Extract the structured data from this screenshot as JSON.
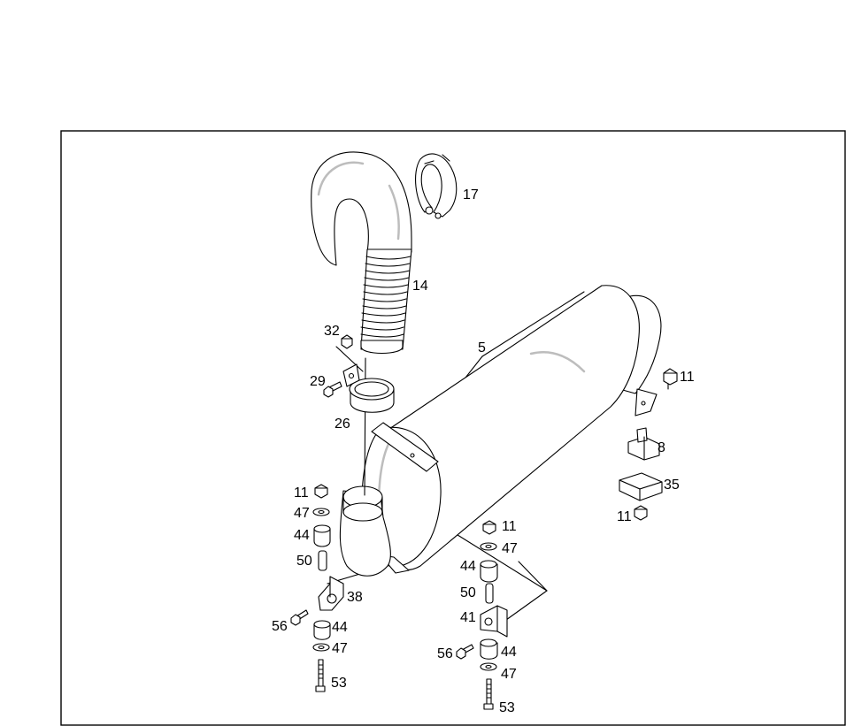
{
  "labels": {
    "p17": "17",
    "p14": "14",
    "p32": "32",
    "p5": "5",
    "p29": "29",
    "p26": "26",
    "p11a": "11",
    "p8": "8",
    "p35": "35",
    "p11b": "11",
    "p11c": "11",
    "p47a": "47",
    "p44a": "44",
    "p50a": "50",
    "p38": "38",
    "p56a": "56",
    "p44b": "44",
    "p47b": "47",
    "p53a": "53",
    "p11d": "11",
    "p47c": "47",
    "p44c": "44",
    "p50b": "50",
    "p41": "41",
    "p56b": "56",
    "p44d": "44",
    "p47d": "47",
    "p53b": "53"
  }
}
